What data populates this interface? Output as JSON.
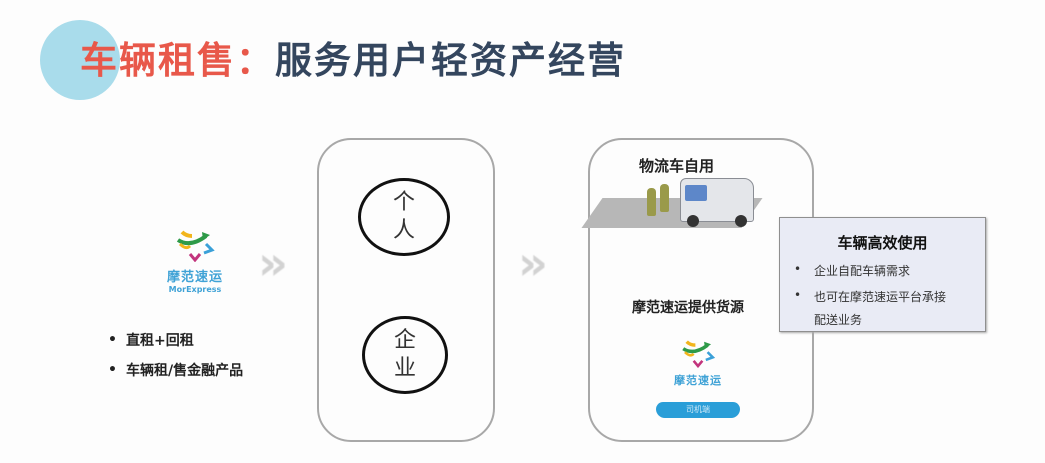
{
  "title": {
    "accent": "车辆租售：",
    "main": "服务用户轻资产经营"
  },
  "left": {
    "logo": {
      "name_cn": "摩范速运",
      "name_en": "MorExpress",
      "icon": "morexpress-logo-icon"
    },
    "bullets": [
      "直租+回租",
      "车辆租/售金融产品"
    ]
  },
  "arrows": {
    "glyph": "››"
  },
  "middle": {
    "items": [
      {
        "line1": "个",
        "line2": "人"
      },
      {
        "line1": "企",
        "line2": "业"
      }
    ]
  },
  "right": {
    "scene_title": "物流车自用",
    "scene_icon": "delivery-van-icon",
    "supply_title": "摩范速运提供货源",
    "logo": {
      "name_cn": "摩范速运",
      "icon": "morexpress-logo-icon"
    },
    "app_button": "司机端",
    "info_box": {
      "heading": "车辆高效使用",
      "bullets": [
        "企业自配车辆需求",
        "也可在摩范速运平台承接"
      ],
      "continuation": "配送业务"
    }
  },
  "colors": {
    "accent_red": "#e8584a",
    "title_navy": "#34465e",
    "circle_blue": "#a9dceb",
    "brand_blue": "#2a9ed8",
    "info_box_bg": "#e9ebf5"
  }
}
